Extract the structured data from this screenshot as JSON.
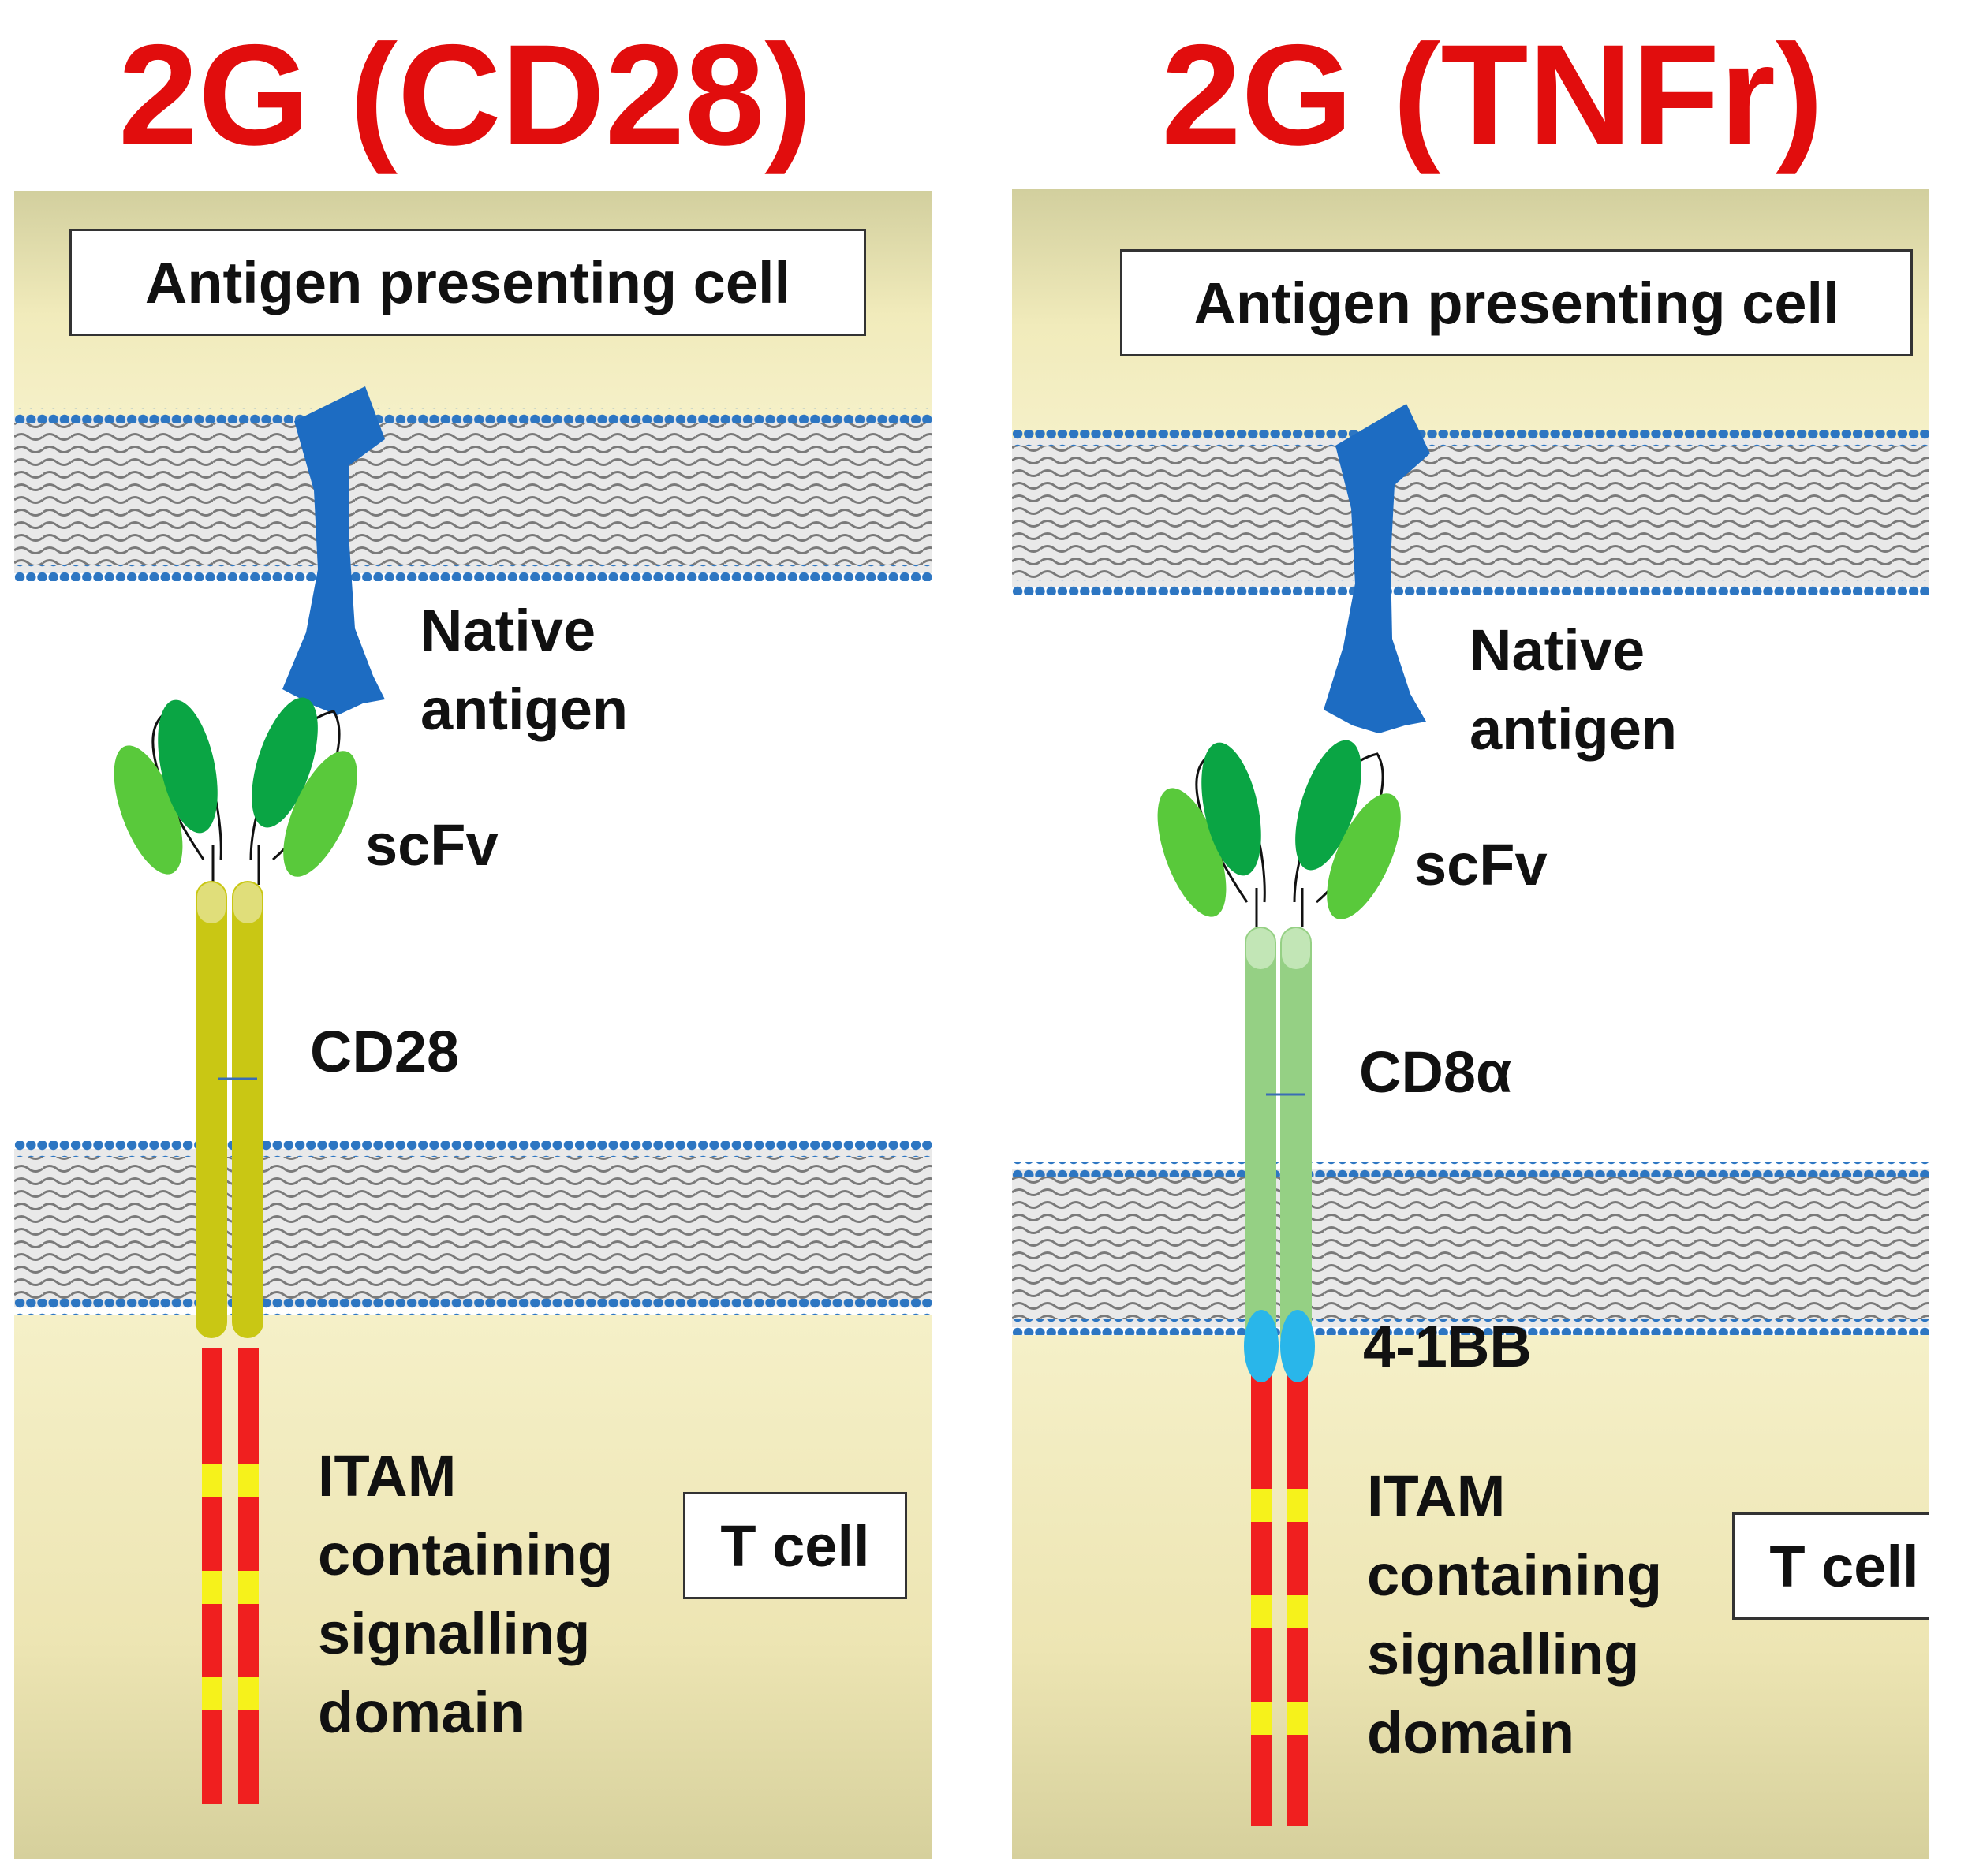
{
  "colors": {
    "title": "#e10d0d",
    "cytoplasm": "#f1ebbb",
    "membrane_dot": "#2d76c2",
    "antigen": "#1d6cc2",
    "vl": "#59c93b",
    "vh": "#0aa544",
    "cd28": "#c9c714",
    "cd8a": "#95d084",
    "costim_4_1bb": "#29b6ea",
    "cd3z": "#f01f1f",
    "itam": "#f6f21b"
  },
  "panels": [
    {
      "title": "2G (CD28)",
      "apc_label": "Antigen presenting cell",
      "tcell_label": "T cell",
      "labels": {
        "antigen": "Native\nantigen",
        "scfv": "scFv",
        "hinge_tm": "CD28",
        "costim": "",
        "signalling": "ITAM\ncontaining\nsignalling\ndomain"
      }
    },
    {
      "title": "2G (TNFr)",
      "apc_label": "Antigen presenting cell",
      "tcell_label": "T cell",
      "labels": {
        "antigen": "Native\nantigen",
        "scfv": "scFv",
        "hinge_tm": "CD8α",
        "costim": "4-1BB",
        "signalling": "ITAM\ncontaining\nsignalling\ndomain"
      }
    }
  ]
}
